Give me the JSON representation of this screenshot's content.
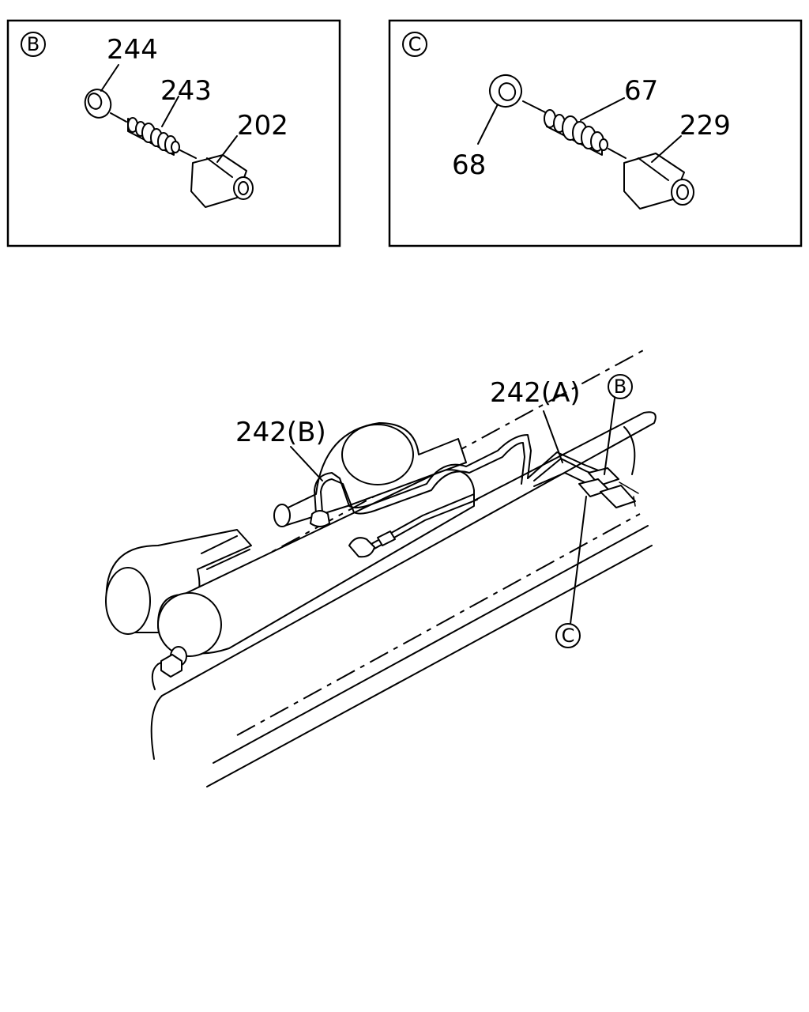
{
  "detail_b": {
    "callout": "B",
    "labels": {
      "nut": "244",
      "fitting": "243",
      "connector": "202"
    }
  },
  "detail_c": {
    "callout": "C",
    "labels": {
      "nut": "68",
      "fitting": "67",
      "connector": "229"
    }
  },
  "main": {
    "pipe_a_label": "242(A)",
    "pipe_b_label": "242(B)",
    "callout_b": "B",
    "callout_c": "C"
  }
}
